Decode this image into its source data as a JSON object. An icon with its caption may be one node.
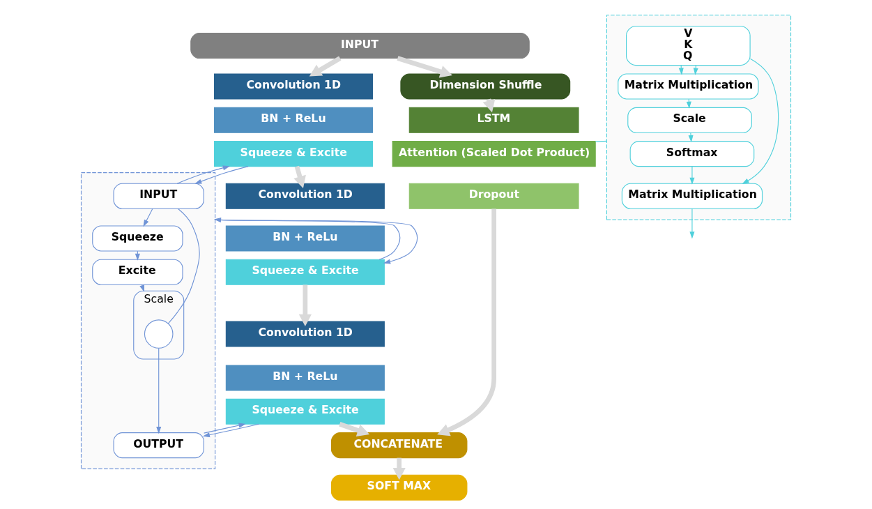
{
  "diagram": {
    "nodes": [
      {
        "text": [
          "INPUT"
        ]
      },
      {
        "text": [
          "Convolution 1D"
        ]
      },
      {
        "text": [
          "BN + ReLu"
        ]
      },
      {
        "text": [
          "Squeeze & Excite"
        ]
      },
      {
        "text": [
          "Convolution 1D"
        ]
      },
      {
        "text": [
          "BN + ReLu"
        ]
      },
      {
        "text": [
          "Squeeze & Excite"
        ]
      },
      {
        "text": [
          "Convolution 1D"
        ]
      },
      {
        "text": [
          "BN + ReLu"
        ]
      },
      {
        "text": [
          "Squeeze & Excite"
        ]
      },
      {
        "text": [
          "Dimension Shuffle"
        ]
      },
      {
        "text": [
          "LSTM"
        ]
      },
      {
        "text": [
          "Attention (Scaled Dot Product)"
        ]
      },
      {
        "text": [
          "Dropout"
        ]
      },
      {
        "text": [
          "CONCATENATE"
        ]
      },
      {
        "text": [
          "SOFT MAX"
        ]
      },
      {
        "text": [],
        "shape": "box"
      },
      {
        "text": [
          "INPUT"
        ],
        "in": 16
      },
      {
        "text": [
          "Squeeze"
        ],
        "in": 16
      },
      {
        "text": [
          "Excite"
        ],
        "in": 16
      },
      {
        "text": [
          "Scale"
        ],
        "in": 16
      },
      {
        "text": [],
        "shape": "circle",
        "in": 20
      },
      {
        "text": [
          "OUTPUT"
        ],
        "in": 16
      },
      {
        "text": [],
        "shape": "box"
      },
      {
        "text": [
          "V",
          "K",
          "Q"
        ],
        "in": 23
      },
      {
        "text": [
          "Matrix Multiplication"
        ],
        "in": 23
      },
      {
        "text": [
          "Scale"
        ],
        "in": 23
      },
      {
        "text": [
          "Softmax"
        ],
        "in": 23
      },
      {
        "text": [
          "Matrix Multiplication"
        ],
        "in": 23
      }
    ],
    "edges": [
      {
        "from": 0,
        "to": 1,
        "arrow": "to",
        "style": "thick",
        "color": "#d9d9d9"
      },
      {
        "from": 0,
        "to": 10,
        "arrow": "to",
        "style": "thick",
        "color": "#d9d9d9"
      },
      {
        "from": 3,
        "to": 4,
        "arrow": "to",
        "style": "thick",
        "color": "#d9d9d9"
      },
      {
        "from": 6,
        "to": 7,
        "arrow": "to",
        "style": "thick",
        "color": "#d9d9d9"
      },
      {
        "from": 10,
        "to": 11,
        "arrow": "to",
        "style": "thick",
        "color": "#d9d9d9"
      },
      {
        "from": 9,
        "to": 14,
        "arrow": "to",
        "style": "thick",
        "color": "#d9d9d9"
      },
      {
        "from": 13,
        "to": 14,
        "arrow": "to",
        "style": "thick",
        "color": "#d9d9d9"
      },
      {
        "from": 14,
        "to": 15,
        "arrow": "to",
        "style": "thick",
        "color": "#d9d9d9"
      },
      {
        "from": 3,
        "to": 17,
        "arrow": "to"
      },
      {
        "from": 17,
        "to": 3,
        "arrow": "to"
      },
      {
        "from": 6,
        "to": 16,
        "arrow": "to"
      },
      {
        "from": 16,
        "to": 6,
        "arrow": "to"
      },
      {
        "from": 9,
        "to": 22,
        "arrow": "to"
      },
      {
        "from": 22,
        "to": 9,
        "arrow": "to"
      },
      {
        "from": 17,
        "to": 18,
        "arrow": "to"
      },
      {
        "from": 18,
        "to": 19,
        "arrow": "to"
      },
      {
        "from": 19,
        "to": 20,
        "arrow": "to"
      },
      {
        "from": 17,
        "to": 21,
        "arrow": "none"
      },
      {
        "from": 21,
        "to": 22,
        "arrow": "to"
      },
      {
        "from": 24,
        "to": 28,
        "arrow": "to",
        "color": "#4fd0db"
      },
      {
        "from": 24,
        "to": 25,
        "arrow": "to",
        "color": "#4fd0db"
      },
      {
        "from": 24,
        "to": 25,
        "arrow": "to",
        "color": "#4fd0db"
      },
      {
        "from": 25,
        "to": 26,
        "arrow": "to",
        "color": "#4fd0db"
      },
      {
        "from": 26,
        "to": 27,
        "arrow": "to",
        "color": "#4fd0db"
      },
      {
        "from": 27,
        "to": 28,
        "arrow": "to",
        "color": "#4fd0db"
      },
      {
        "from": 28,
        "to": null,
        "arrow": "to",
        "color": "#4fd0db"
      },
      {
        "from": 12,
        "to": 23,
        "arrow": "none",
        "color": "#4fd0db"
      }
    ]
  }
}
